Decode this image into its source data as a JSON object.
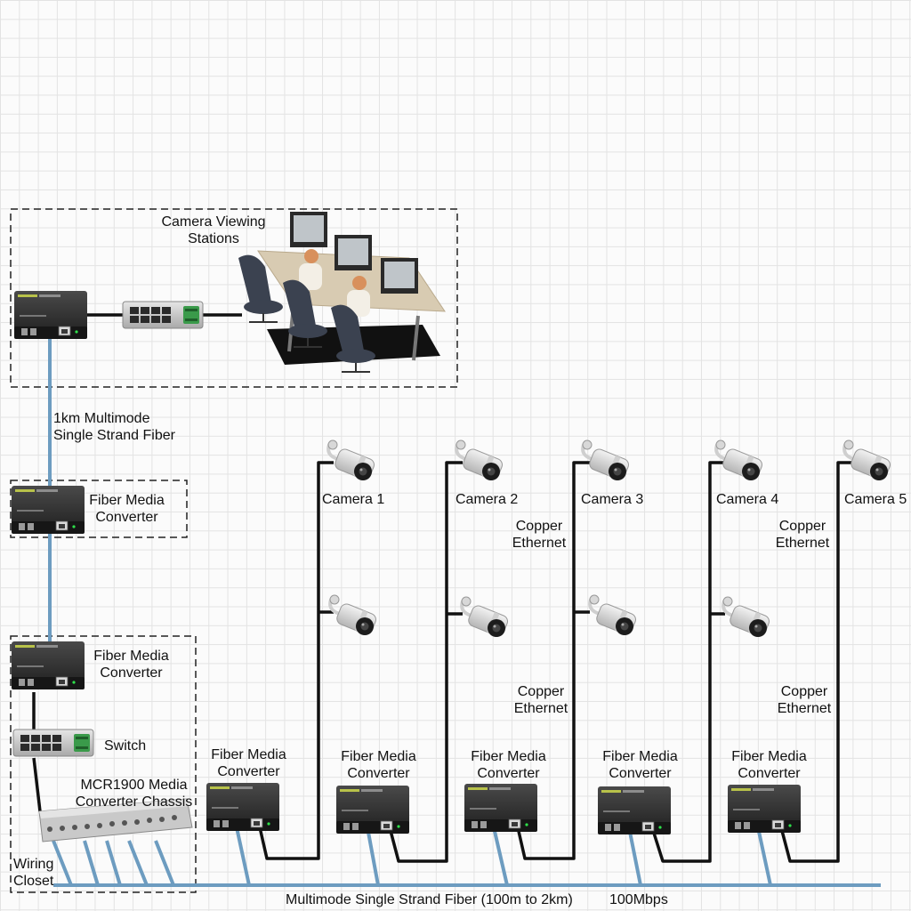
{
  "labels": {
    "camera_viewing_stations": [
      "Camera Viewing",
      "Stations"
    ],
    "uplink_fiber": [
      "1km Multimode",
      "Single Strand Fiber"
    ],
    "fiber_media_converter": [
      "Fiber Media",
      "Converter"
    ],
    "switch": "Switch",
    "chassis": [
      "MCR1900 Media",
      "Converter Chassis"
    ],
    "wiring_closet": [
      "Wiring",
      "Closet"
    ],
    "bottom_fiber": "Multimode Single Strand Fiber (100m to 2km)",
    "speed": "100Mbps",
    "copper_ethernet": [
      "Copper",
      "Ethernet"
    ]
  },
  "cameras": [
    "Camera 1",
    "Camera 2",
    "Camera 3",
    "Camera 4",
    "Camera 5"
  ],
  "colors": {
    "fiber": "#6d9cc0",
    "copper": "#111111",
    "device": "#2b2b2b",
    "dashed_box": "#222222"
  },
  "icons": [
    "camera-icon",
    "media-converter-icon",
    "switch-icon",
    "workstation-icon",
    "chassis-icon"
  ]
}
